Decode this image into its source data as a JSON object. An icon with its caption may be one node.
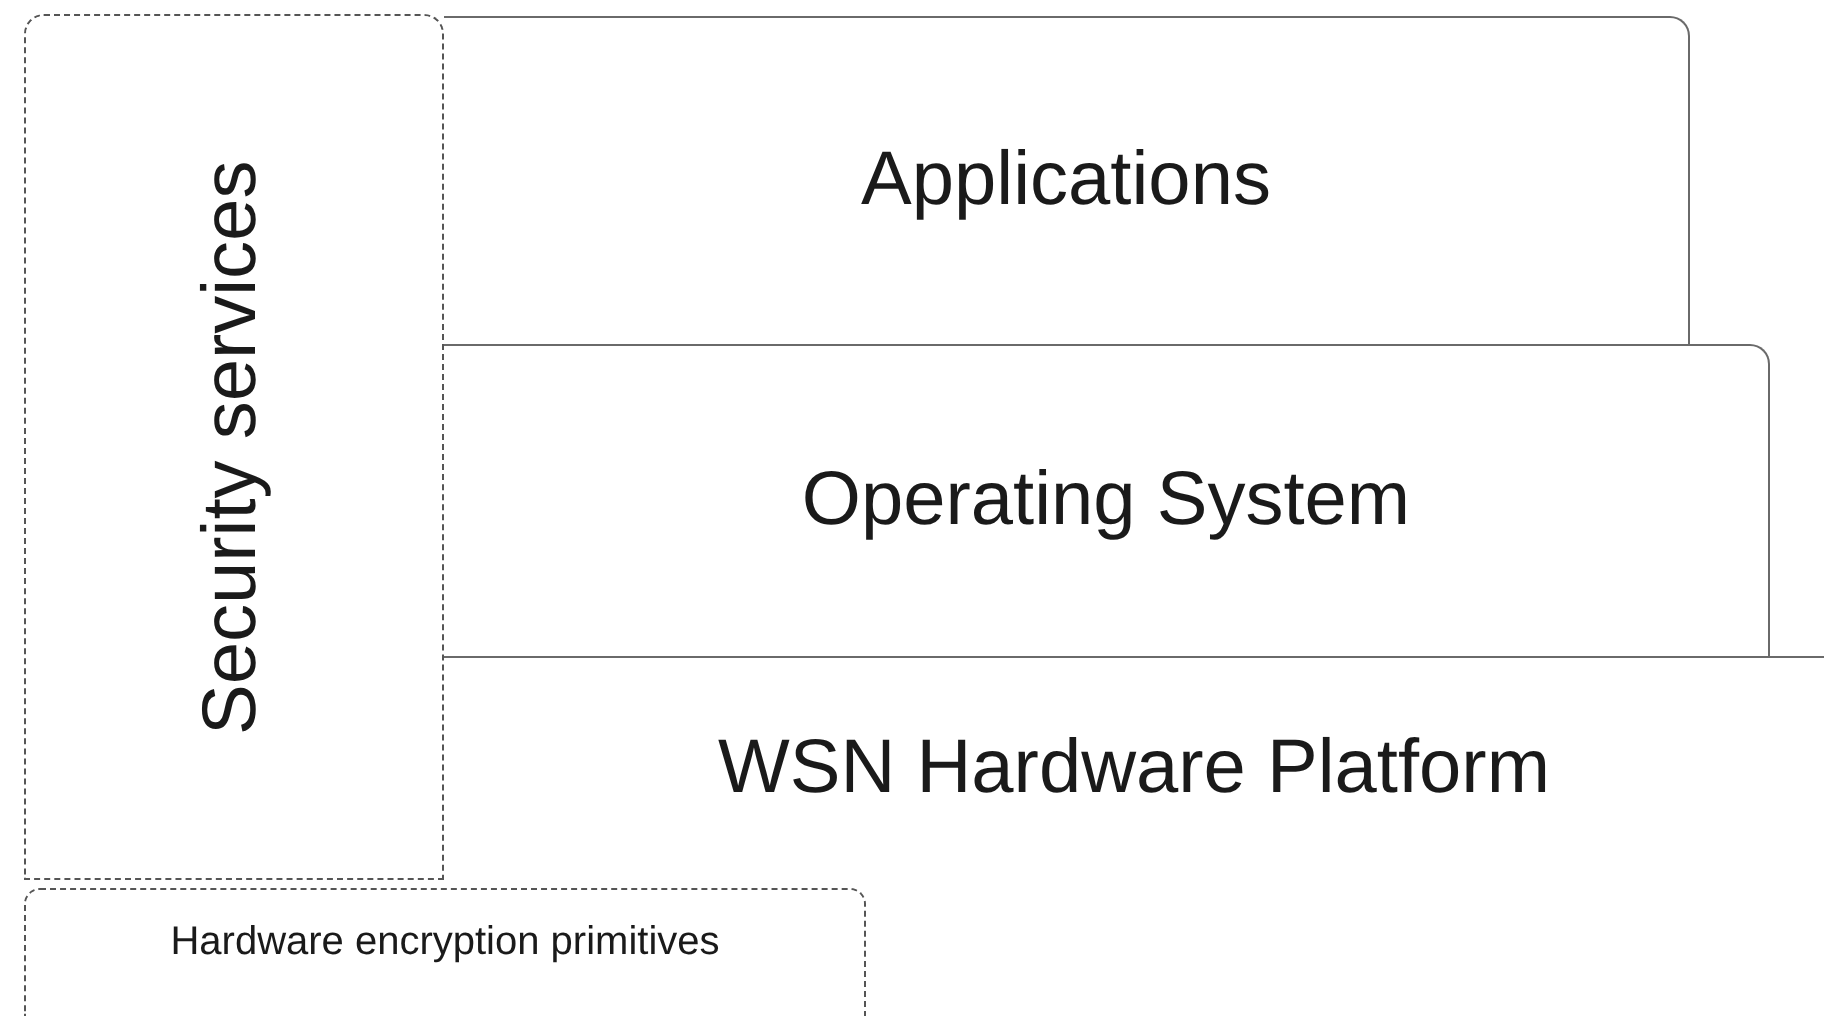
{
  "diagram": {
    "nodes": [
      {
        "text": [
          "Security services"
        ]
      },
      {
        "text": [
          "Applications"
        ]
      },
      {
        "text": [
          "Operating System"
        ]
      },
      {
        "text": [
          "WSN Hardware Platform"
        ]
      },
      {
        "text": [
          "Hardware encryption primitives"
        ]
      }
    ]
  }
}
